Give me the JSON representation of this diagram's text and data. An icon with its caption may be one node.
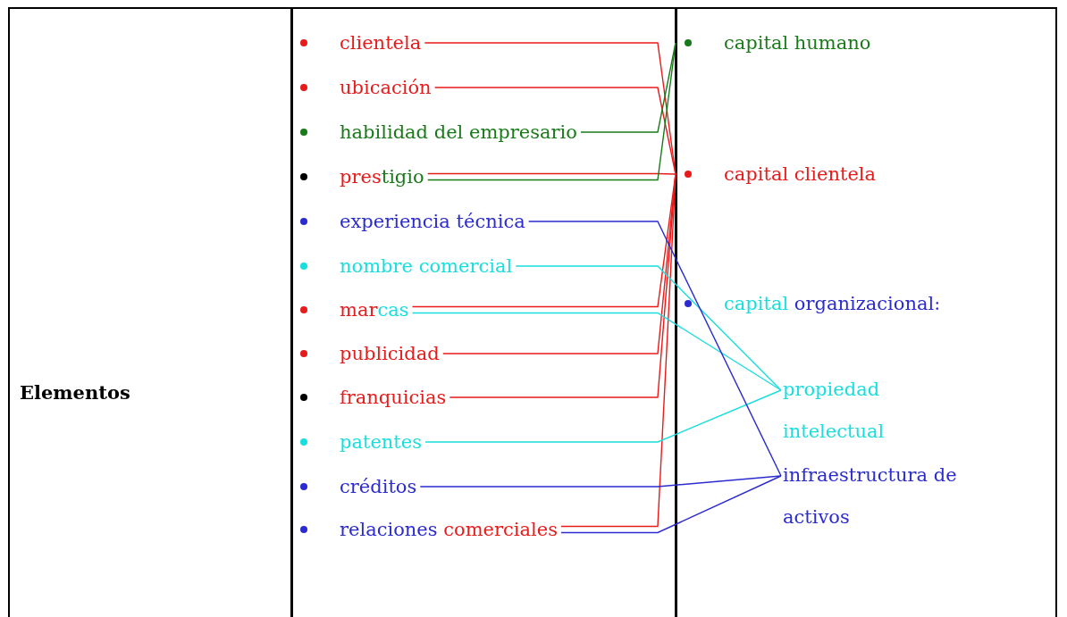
{
  "diagram": {
    "nodes": [
      {
        "text": [
          "clientela"
        ]
      },
      {
        "text": [
          "ubicación"
        ]
      },
      {
        "text": [
          "habilidad del empresario"
        ]
      },
      {
        "text": [
          "prestigio"
        ]
      },
      {
        "text": [
          "experiencia técnica"
        ]
      },
      {
        "text": [
          "nombre comercial"
        ]
      },
      {
        "text": [
          "marcas"
        ]
      },
      {
        "text": [
          "publicidad"
        ]
      },
      {
        "text": [
          "franquicias"
        ]
      },
      {
        "text": [
          "patentes"
        ]
      },
      {
        "text": [
          "créditos"
        ]
      },
      {
        "text": [
          "relaciones comerciales"
        ]
      },
      {
        "text": [
          "capital humano"
        ]
      },
      {
        "text": [
          "capital clientela"
        ]
      },
      {
        "text": [
          "capital organizacional:"
        ]
      },
      {
        "text": [
          "propiedad intelectual"
        ]
      },
      {
        "text": [
          "infraestructura de activos"
        ]
      }
    ],
    "edges": [
      {
        "from": 0,
        "to": 13,
        "arrow": "none"
      },
      {
        "from": 1,
        "to": 13,
        "arrow": "none"
      },
      {
        "from": 3,
        "to": 13,
        "arrow": "none"
      },
      {
        "from": 6,
        "to": 13,
        "arrow": "none"
      },
      {
        "from": 7,
        "to": 13,
        "arrow": "none"
      },
      {
        "from": 8,
        "to": 13,
        "arrow": "none"
      },
      {
        "from": 11,
        "to": 13,
        "arrow": "none"
      },
      {
        "from": 3,
        "to": 12,
        "arrow": "none",
        "color": "#1a7a1a"
      },
      {
        "from": 2,
        "to": 12,
        "arrow": "none",
        "color": "#1a7a1a"
      },
      {
        "from": 5,
        "to": 15,
        "arrow": "none",
        "color": "#19dede"
      },
      {
        "from": 6,
        "to": 15,
        "arrow": "none",
        "color": "#19dede"
      },
      {
        "from": 9,
        "to": 15,
        "arrow": "none",
        "color": "#19dede"
      },
      {
        "from": 4,
        "to": 16,
        "arrow": "none",
        "color": "#2b2bd0"
      },
      {
        "from": 10,
        "to": 16,
        "arrow": "none",
        "color": "#2b2bd0"
      },
      {
        "from": 11,
        "to": 16,
        "arrow": "none",
        "color": "#2b2bd0"
      }
    ],
    "labels": [
      "Elementos"
    ]
  }
}
